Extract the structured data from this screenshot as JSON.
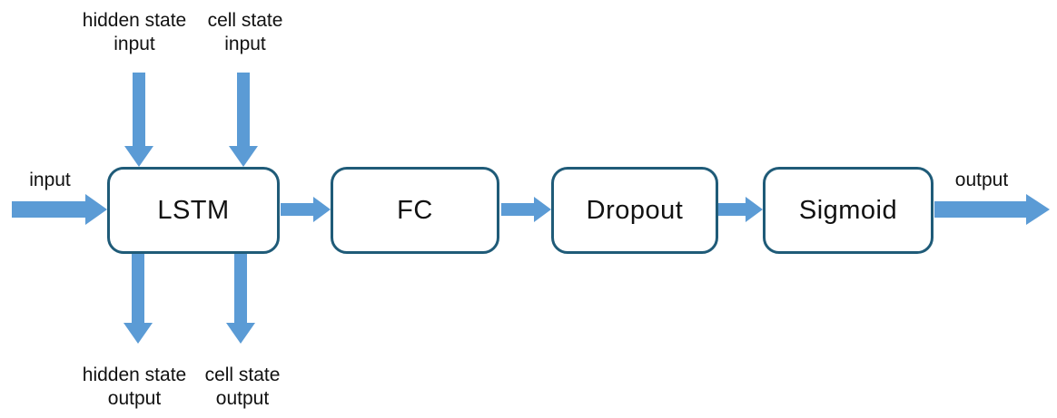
{
  "diagram": {
    "nodes": [
      {
        "id": "lstm",
        "label": "LSTM"
      },
      {
        "id": "fc",
        "label": "FC"
      },
      {
        "id": "dropout",
        "label": "Dropout"
      },
      {
        "id": "sigmoid",
        "label": "Sigmoid"
      }
    ],
    "edge_labels": {
      "input": "input",
      "output": "output",
      "hidden_state_input": {
        "line1": "hidden state",
        "line2": "input"
      },
      "cell_state_input": {
        "line1": "cell state",
        "line2": "input"
      },
      "hidden_state_output": {
        "line1": "hidden state",
        "line2": "output"
      },
      "cell_state_output": {
        "line1": "cell state",
        "line2": "output"
      }
    },
    "colors": {
      "arrow": "#5B9BD5",
      "node_border": "#1F5B78",
      "node_fill": "#FFFFFF",
      "text": "#111111",
      "background": "#FFFFFF"
    }
  }
}
